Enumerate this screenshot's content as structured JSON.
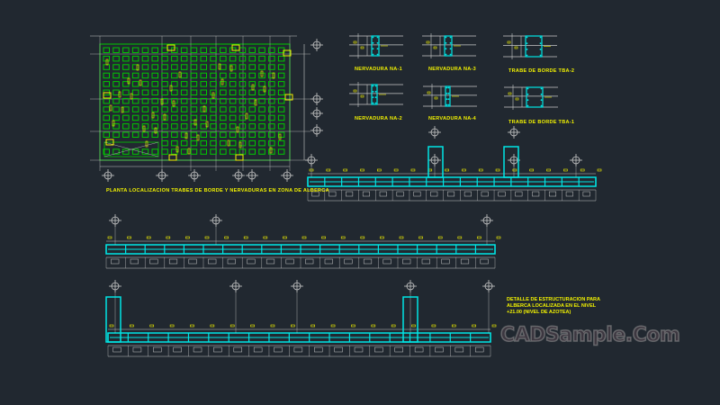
{
  "drawing": {
    "plan_title": "PLANTA LOCALIZACION TRABES DE BORDE Y NERVADURAS EN ZONA DE ALBERCA",
    "sections": [
      {
        "label": "NERVADURA NA-1"
      },
      {
        "label": "NERVADURA NA-3"
      },
      {
        "label": "TRABE DE BORDE TBA-2"
      },
      {
        "label": "NERVADURA NA-2"
      },
      {
        "label": "NERVADURA NA-4"
      },
      {
        "label": "TRABE DE BORDE TBA-1"
      }
    ],
    "detail_note": "DETALLE DE ESTRUCTURACION PARA ALBERCA LOCALIZADA EN EL NIVEL +21.00 (NIVEL DE AZOTEA)"
  },
  "watermark": "CADSample.Com",
  "colors": {
    "background": "#212830",
    "grid": "#00c800",
    "text": "#f2f200",
    "rebar": "#00e5e5",
    "lines": "#c8c8c8"
  }
}
